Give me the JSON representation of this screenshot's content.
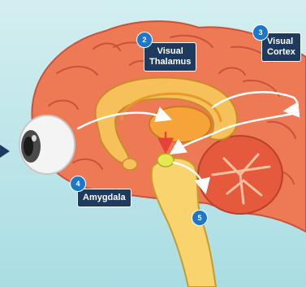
{
  "colors": {
    "background": "#bfe6ea",
    "cerebrum": "#ee7a55",
    "cerebrum_fold": "#f29a76",
    "cerebrum_line": "#c9523a",
    "limbic": "#f6c05a",
    "cerebellum": "#e55a3c",
    "brainstem": "#f8d36e",
    "thalamus": "#f6a43a",
    "amygdala": "#e4e94f",
    "arrow": "#ffffff",
    "signal_arrow": "#e8413a",
    "label_bg": "#1f3a5f",
    "badge_bg": "#1e78c8"
  },
  "labels": {
    "visual_thalamus": {
      "number": "2",
      "line1": "Visual",
      "line2": "Thalamus"
    },
    "visual_cortex": {
      "number": "3",
      "line1": "Visual",
      "line2": "Cortex"
    },
    "amygdala": {
      "number": "4",
      "text": "Amygdala"
    },
    "brainstem_output": {
      "number": "5"
    }
  },
  "icons": {
    "eye": "eye-icon",
    "input_arrow": "arrow-right-icon"
  }
}
